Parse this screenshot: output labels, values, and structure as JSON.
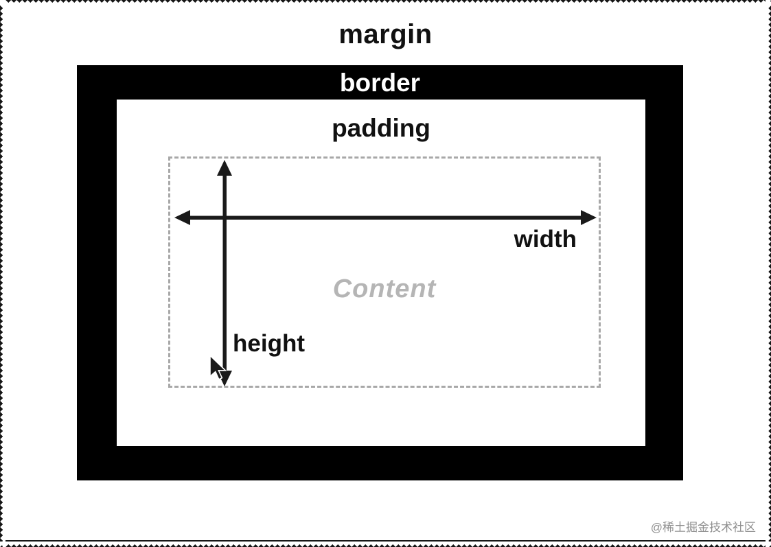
{
  "diagram": {
    "margin_label": "margin",
    "border_label": "border",
    "padding_label": "padding",
    "content_label": "Content",
    "width_label": "width",
    "height_label": "height"
  },
  "watermark": "@稀土掘金技术社区",
  "colors": {
    "background": "#161616",
    "page": "#ffffff",
    "border_box": "#000000",
    "content_text": "#b5b5b5",
    "dashed_border": "#a8a8a8",
    "arrow": "#1a1a1a",
    "watermark_text": "#909090"
  }
}
